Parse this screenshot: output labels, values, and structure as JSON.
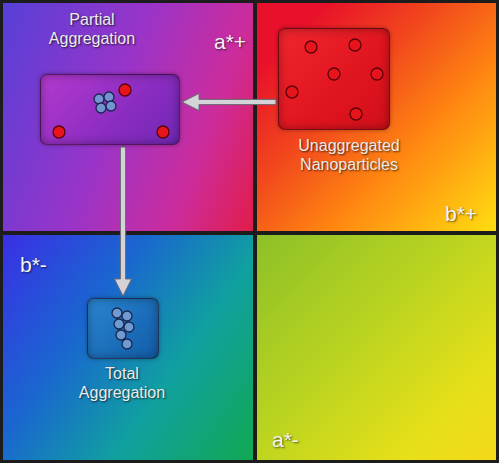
{
  "diagram": {
    "nodes": [
      {
        "text": [
          "Partial Aggregation"
        ]
      },
      {
        "text": [
          "Unaggregated Nanoparticles"
        ]
      },
      {
        "text": [
          "Total Aggregation"
        ]
      }
    ],
    "edges": [
      {
        "from": 1,
        "to": 0,
        "arrow": "to"
      },
      {
        "from": 0,
        "to": 2,
        "arrow": "to"
      }
    ],
    "labels": [
      "a*+",
      "b*+",
      "b*-",
      "a*-"
    ]
  }
}
